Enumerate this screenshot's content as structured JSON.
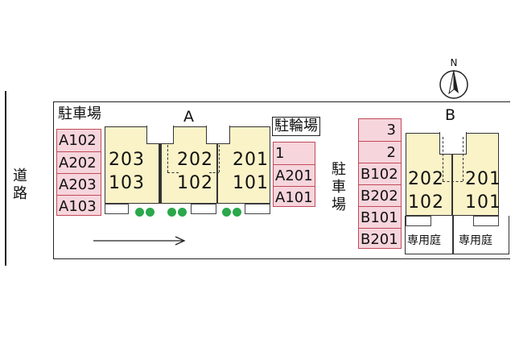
{
  "road_label": [
    "道",
    "路"
  ],
  "compass": {
    "label": "N"
  },
  "buildings": {
    "A": {
      "label": "A"
    },
    "B": {
      "label": "B"
    }
  },
  "parking_left": {
    "title": "駐車場",
    "slots": [
      "A102",
      "A202",
      "A203",
      "A103"
    ]
  },
  "bike_parking": {
    "title": "駐輪場",
    "slots": [
      "1",
      "A201",
      "A101"
    ]
  },
  "parking_b_label": [
    "駐",
    "車",
    "場"
  ],
  "parking_b": {
    "slots": [
      "3",
      "2",
      "B102",
      "B202",
      "B101",
      "B201"
    ]
  },
  "a_units": [
    {
      "upper": "203",
      "lower": "103"
    },
    {
      "upper": "202",
      "lower": "102"
    },
    {
      "upper": "201",
      "lower": "101"
    }
  ],
  "b_units": [
    {
      "upper": "202",
      "lower": "102",
      "garden": "専用庭"
    },
    {
      "upper": "201",
      "lower": "101",
      "garden": "専用庭"
    }
  ],
  "colors": {
    "parking_fill": "#f6d5dc",
    "parking_border": "#c24a5a",
    "building_fill": "#fbf3c8",
    "tree": "#2aa84a"
  },
  "icons": [
    "north-arrow-icon",
    "tree-icon",
    "direction-arrow-icon"
  ]
}
